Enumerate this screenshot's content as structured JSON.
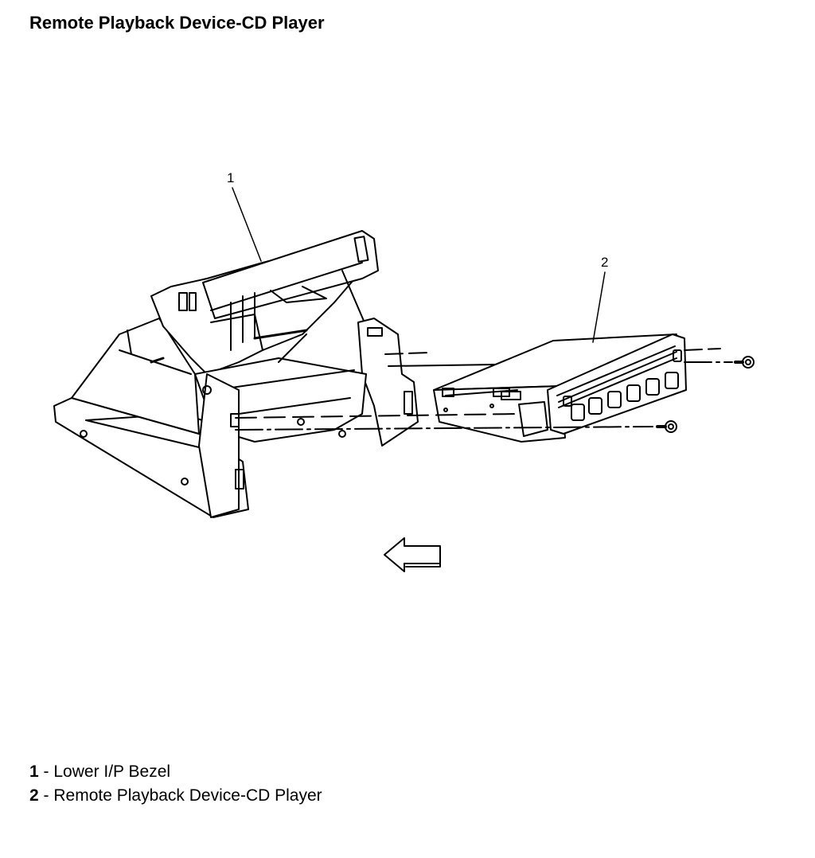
{
  "title": "Remote Playback Device-CD Player",
  "callouts": [
    {
      "number": "1"
    },
    {
      "number": "2"
    }
  ],
  "legend": [
    {
      "number": "1",
      "separator": " - ",
      "text": "Lower I/P Bezel"
    },
    {
      "number": "2",
      "separator": " - ",
      "text": "Remote Playback Device-CD Player"
    }
  ]
}
